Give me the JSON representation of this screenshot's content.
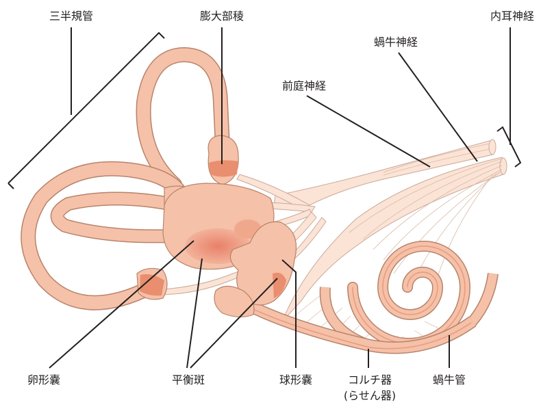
{
  "labels": {
    "semicircular_canals": "三半規管",
    "ampullary_crest": "膨大部稜",
    "vestibulocochlear_nerve": "内耳神経",
    "cochlear_nerve": "蝸牛神経",
    "vestibular_nerve": "前庭神経",
    "utricle": "卵形嚢",
    "macula": "平衡斑",
    "saccule": "球形嚢",
    "organ_of_corti": "コルチ器",
    "organ_of_corti_alt": "(らせん器)",
    "cochlear_duct": "蝸牛管"
  },
  "colors": {
    "membrane": "#f5c1a8",
    "membrane_edge": "#b7836b",
    "sensory": "#e98e6e",
    "nerve": "#fbe3d6",
    "nerve_edge": "#c9a997",
    "leader": "#231f20"
  }
}
